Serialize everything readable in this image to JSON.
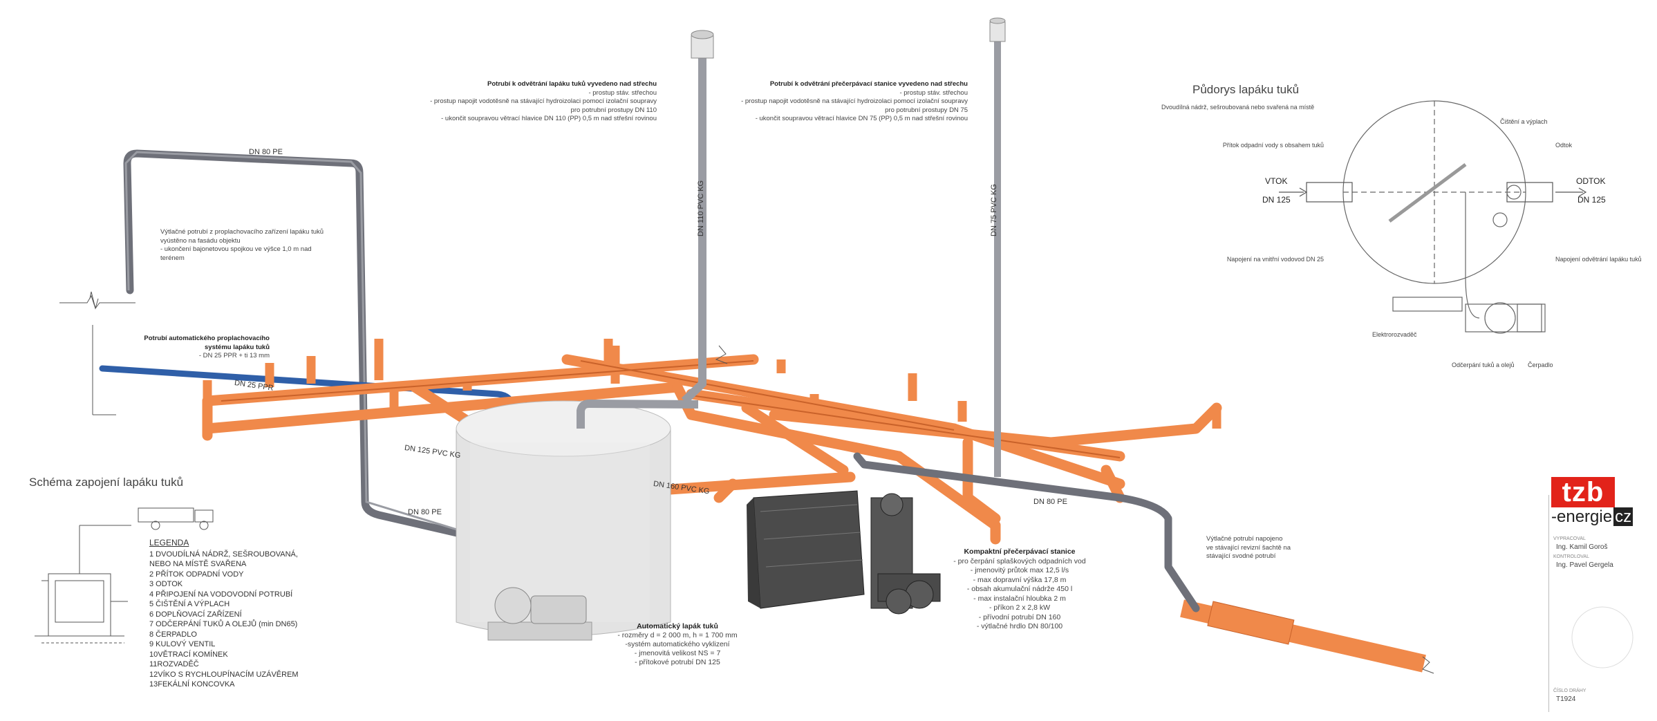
{
  "callouts": {
    "vent_grease": {
      "title": "Potrubí k odvětrání lapáku tuků vyvedeno nad střechu",
      "lines": [
        "- prostup stáv. střechou",
        "- prostup napojit vodotěsně na stávající hydroizolaci pomocí izolační soupravy",
        "pro potrubní prostupy DN 110",
        "- ukončit soupravou větrací hlavice DN 110 (PP) 0,5 m nad střešní rovinou"
      ]
    },
    "vent_pump": {
      "title": "Potrubí k odvětrání přečerpávací stanice vyvedeno nad střechu",
      "lines": [
        "- prostup stáv. střechou",
        "- prostup napojit vodotěsně na stávající hydroizolaci pomocí izolační soupravy",
        "pro potrubní prostupy DN 75",
        "- ukončit soupravou větrací hlavice DN 75 (PP) 0,5 m nad střešní rovinou"
      ]
    },
    "discharge": {
      "lines": [
        "Výtlačné potrubí z proplachovacího zařízení lapáku tuků",
        "vyústěno na fasádu objektu",
        "- ukončení bajonetovou spojkou ve výšce 1,0 m nad terénem"
      ]
    },
    "flush": {
      "title": "Potrubí automatického proplachovacího systému lapáku tuků",
      "lines": [
        "- DN 25 PPR + ti 13 mm"
      ]
    },
    "auto_trap": {
      "title": "Automatický lapák tuků",
      "lines": [
        "- rozměry d = 2 000 m, h = 1 700 mm",
        "-systém automatického vyklizení",
        "- jmenovitá velikost NS = 7",
        "- přítokové potrubí DN 125"
      ]
    },
    "pump_station": {
      "title": "Kompaktní přečerpávací stanice",
      "lines": [
        "- pro čerpání splaškových odpadních vod",
        "- jmenovitý průtok max 12,5 l/s",
        "- max dopravní výška 17,8 m",
        "- obsah akumulační nádrže 450 l",
        "- max instalační hloubka 2 m",
        "- příkon 2 x 2,8 kW",
        "- přívodní potrubí DN 160",
        "- výtlačné hrdlo DN 80/100"
      ]
    },
    "pressure": {
      "lines": [
        "Výtlačné potrubí napojeno",
        "ve stávající revizní šachtě na",
        "stávající svodné potrubí"
      ]
    }
  },
  "pipe_tags": {
    "dn80pe_top": "DN 80 PE",
    "dn80pe_mid": "DN 80 PE",
    "dn80pe_right": "DN 80 PE",
    "dn25ppr": "DN 25 PPR",
    "dn110": "DN 110 PVC KG",
    "dn75": "DN 75 PVC KG",
    "dn125": "DN 125 PVC KG",
    "dn160": "DN 160 PVC KG"
  },
  "plan": {
    "title": "Půdorys lapáku tuků",
    "labels": {
      "tank": "Dvoudílná nádrž, sešroubovaná nebo svařená na místě",
      "inflow": "Přítok odpadní vody s obsahem tuků",
      "cleaning": "Čištění a výplach",
      "outflow_lbl": "Odtok",
      "water": "Napojení na vnitřní vodovod DN 25",
      "vent": "Napojení odvětrání lapáku tuků",
      "switch": "Elektrorozvaděč",
      "draw": "Odčerpání tuků a olejů",
      "pump": "Čerpadlo"
    },
    "vtok": "VTOK",
    "vtok_dn": "DN 125",
    "odtok": "ODTOK",
    "odtok_dn": "DN 125"
  },
  "schema": {
    "title": "Schéma zapojení lapáku tuků",
    "legend_head": "LEGENDA",
    "legend": [
      "1 DVOUDÍLNÁ NÁDRŽ, SEŠROUBOVANÁ,",
      "   NEBO NA MÍSTĚ SVAŘENA",
      "2 PŘÍTOK ODPADNÍ VODY",
      "3 ODTOK",
      "4 PŘIPOJENÍ NA VODOVODNÍ POTRUBÍ",
      "5 ČIŠTĚNÍ A VÝPLACH",
      "6 DOPLŇOVACÍ ZAŘÍZENÍ",
      "7 ODČERPÁNÍ TUKŮ A OLEJŮ (min DN65)",
      "8 ČERPADLO",
      "9 KULOVÝ VENTIL",
      "10VĚTRACÍ KOMÍNEK",
      "11ROZVADĚČ",
      "12VÍKO S RYCHLOUPÍNACÍM UZÁVĚREM",
      "13FEKÁLNÍ KONCOVKA"
    ]
  },
  "titleblock": {
    "logo_main": "tzb",
    "logo_sub": "-energie",
    "logo_cz": "cz",
    "lbl_author": "VYPRACOVAL",
    "author": "Ing. Kamil Goroš",
    "lbl_check": "KONTROLOVAL",
    "checker": "Ing. Pavel Gergela",
    "lbl_no": "ČÍSLO DRÁHY",
    "number": "T1924"
  },
  "colors": {
    "pvc": "#f0894a",
    "pvc_dark": "#c9622a",
    "pe": "#6e7079",
    "ppr": "#2f5fa8",
    "tank": "#e6e6e6",
    "vent": "#9a9ca3"
  }
}
